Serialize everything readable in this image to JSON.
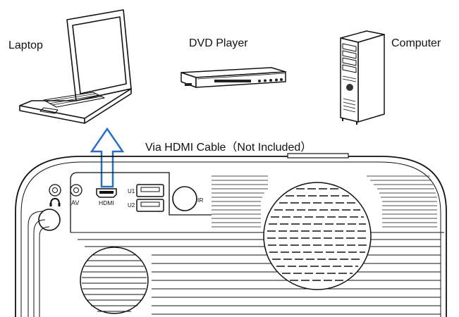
{
  "devices": {
    "laptop": "Laptop",
    "dvd_player": "DVD Player",
    "computer": "Computer"
  },
  "connection": {
    "label": "Via HDMI Cable（Not Included）"
  },
  "ports": {
    "av": "AV",
    "hdmi": "HDMI",
    "usb1": "U1",
    "usb2": "U2",
    "ir": "IR"
  },
  "colors": {
    "arrow": "#2a6fc4",
    "line": "#111111"
  }
}
